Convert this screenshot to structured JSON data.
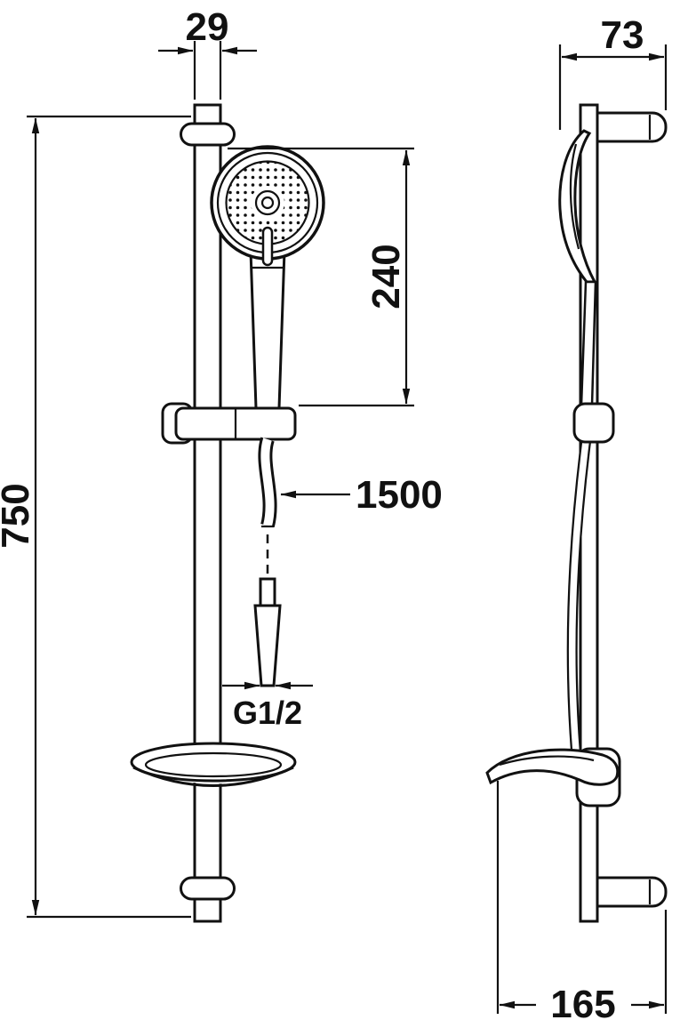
{
  "drawing": {
    "type": "technical-dimension-drawing",
    "subject": "shower slide bar set with hand shower, hose and soap dish (front and side views)",
    "colors": {
      "line": "#111111",
      "background": "#ffffff"
    }
  },
  "dimensions": {
    "rail_top_width": "29",
    "hand_shower_length": "240",
    "bar_height": "750",
    "hose_length": "1500",
    "connector_thread": "G1/2",
    "side_top_width": "73",
    "side_bottom_depth": "165"
  }
}
